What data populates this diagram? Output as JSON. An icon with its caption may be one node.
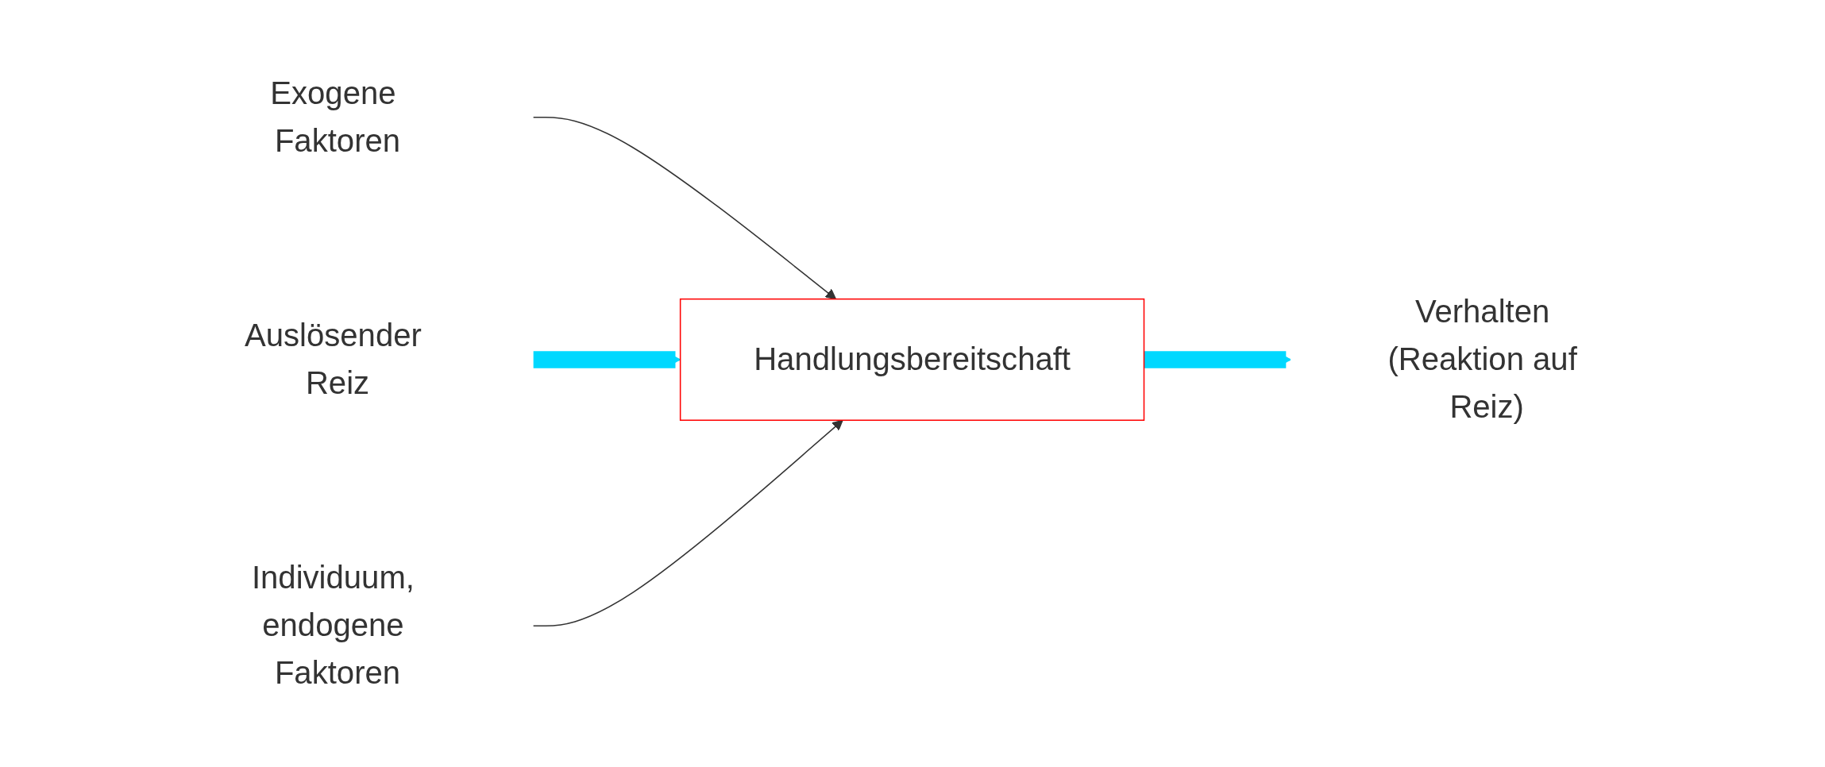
{
  "diagram": {
    "nodes": [
      {
        "text": [
          "Exogene Faktoren"
        ]
      },
      {
        "text": [
          "Auslösender Reiz"
        ]
      },
      {
        "text": [
          "Handlungsbereitschaft"
        ]
      },
      {
        "text": [
          "Verhalten (Reaktion auf Reiz)"
        ]
      },
      {
        "text": [
          "Individuum, endogene Faktoren"
        ]
      }
    ],
    "edges": [
      {
        "from": 0,
        "to": 2,
        "arrow": "to"
      },
      {
        "from": 1,
        "to": 2,
        "arrow": "to",
        "style": "thick",
        "color": "#00d8ff"
      },
      {
        "from": 2,
        "to": 3,
        "arrow": "to",
        "style": "thick",
        "color": "#00d8ff"
      },
      {
        "from": 4,
        "to": 2,
        "arrow": "to"
      }
    ]
  }
}
